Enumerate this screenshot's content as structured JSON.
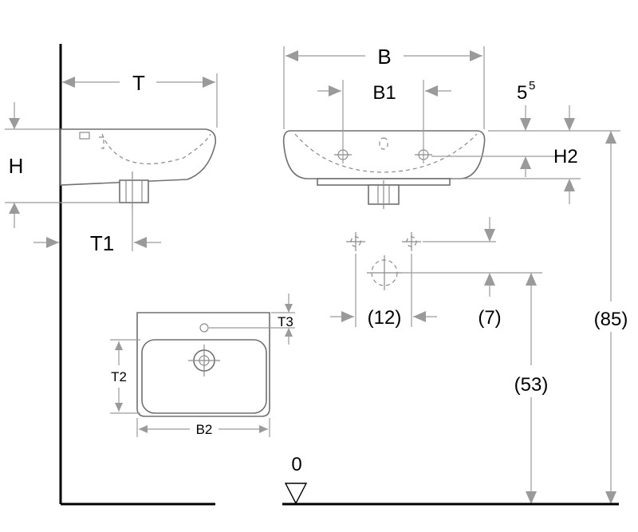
{
  "labels": {
    "T": "T",
    "H": "H",
    "T1": "T1",
    "B": "B",
    "B1": "B1",
    "five_base": "5",
    "five_sup": "5",
    "H2": "H2",
    "T3": "T3",
    "T2": "T2",
    "B2": "B2",
    "dim_12": "(12)",
    "dim_7": "(7)",
    "dim_85": "(85)",
    "dim_53": "(53)",
    "zero": "0"
  }
}
